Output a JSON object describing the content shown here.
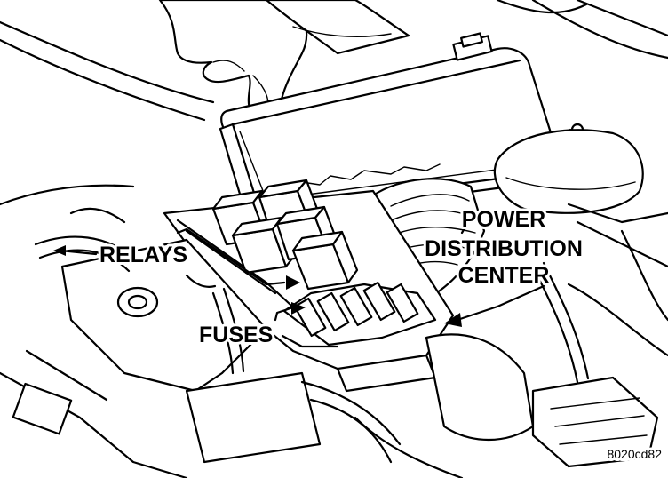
{
  "labels": {
    "relays": "RELAYS",
    "fuses": "FUSES",
    "pdc_line1": "POWER",
    "pdc_line2": "DISTRIBUTION",
    "pdc_line3": "CENTER"
  },
  "figure_id": "8020cd82"
}
